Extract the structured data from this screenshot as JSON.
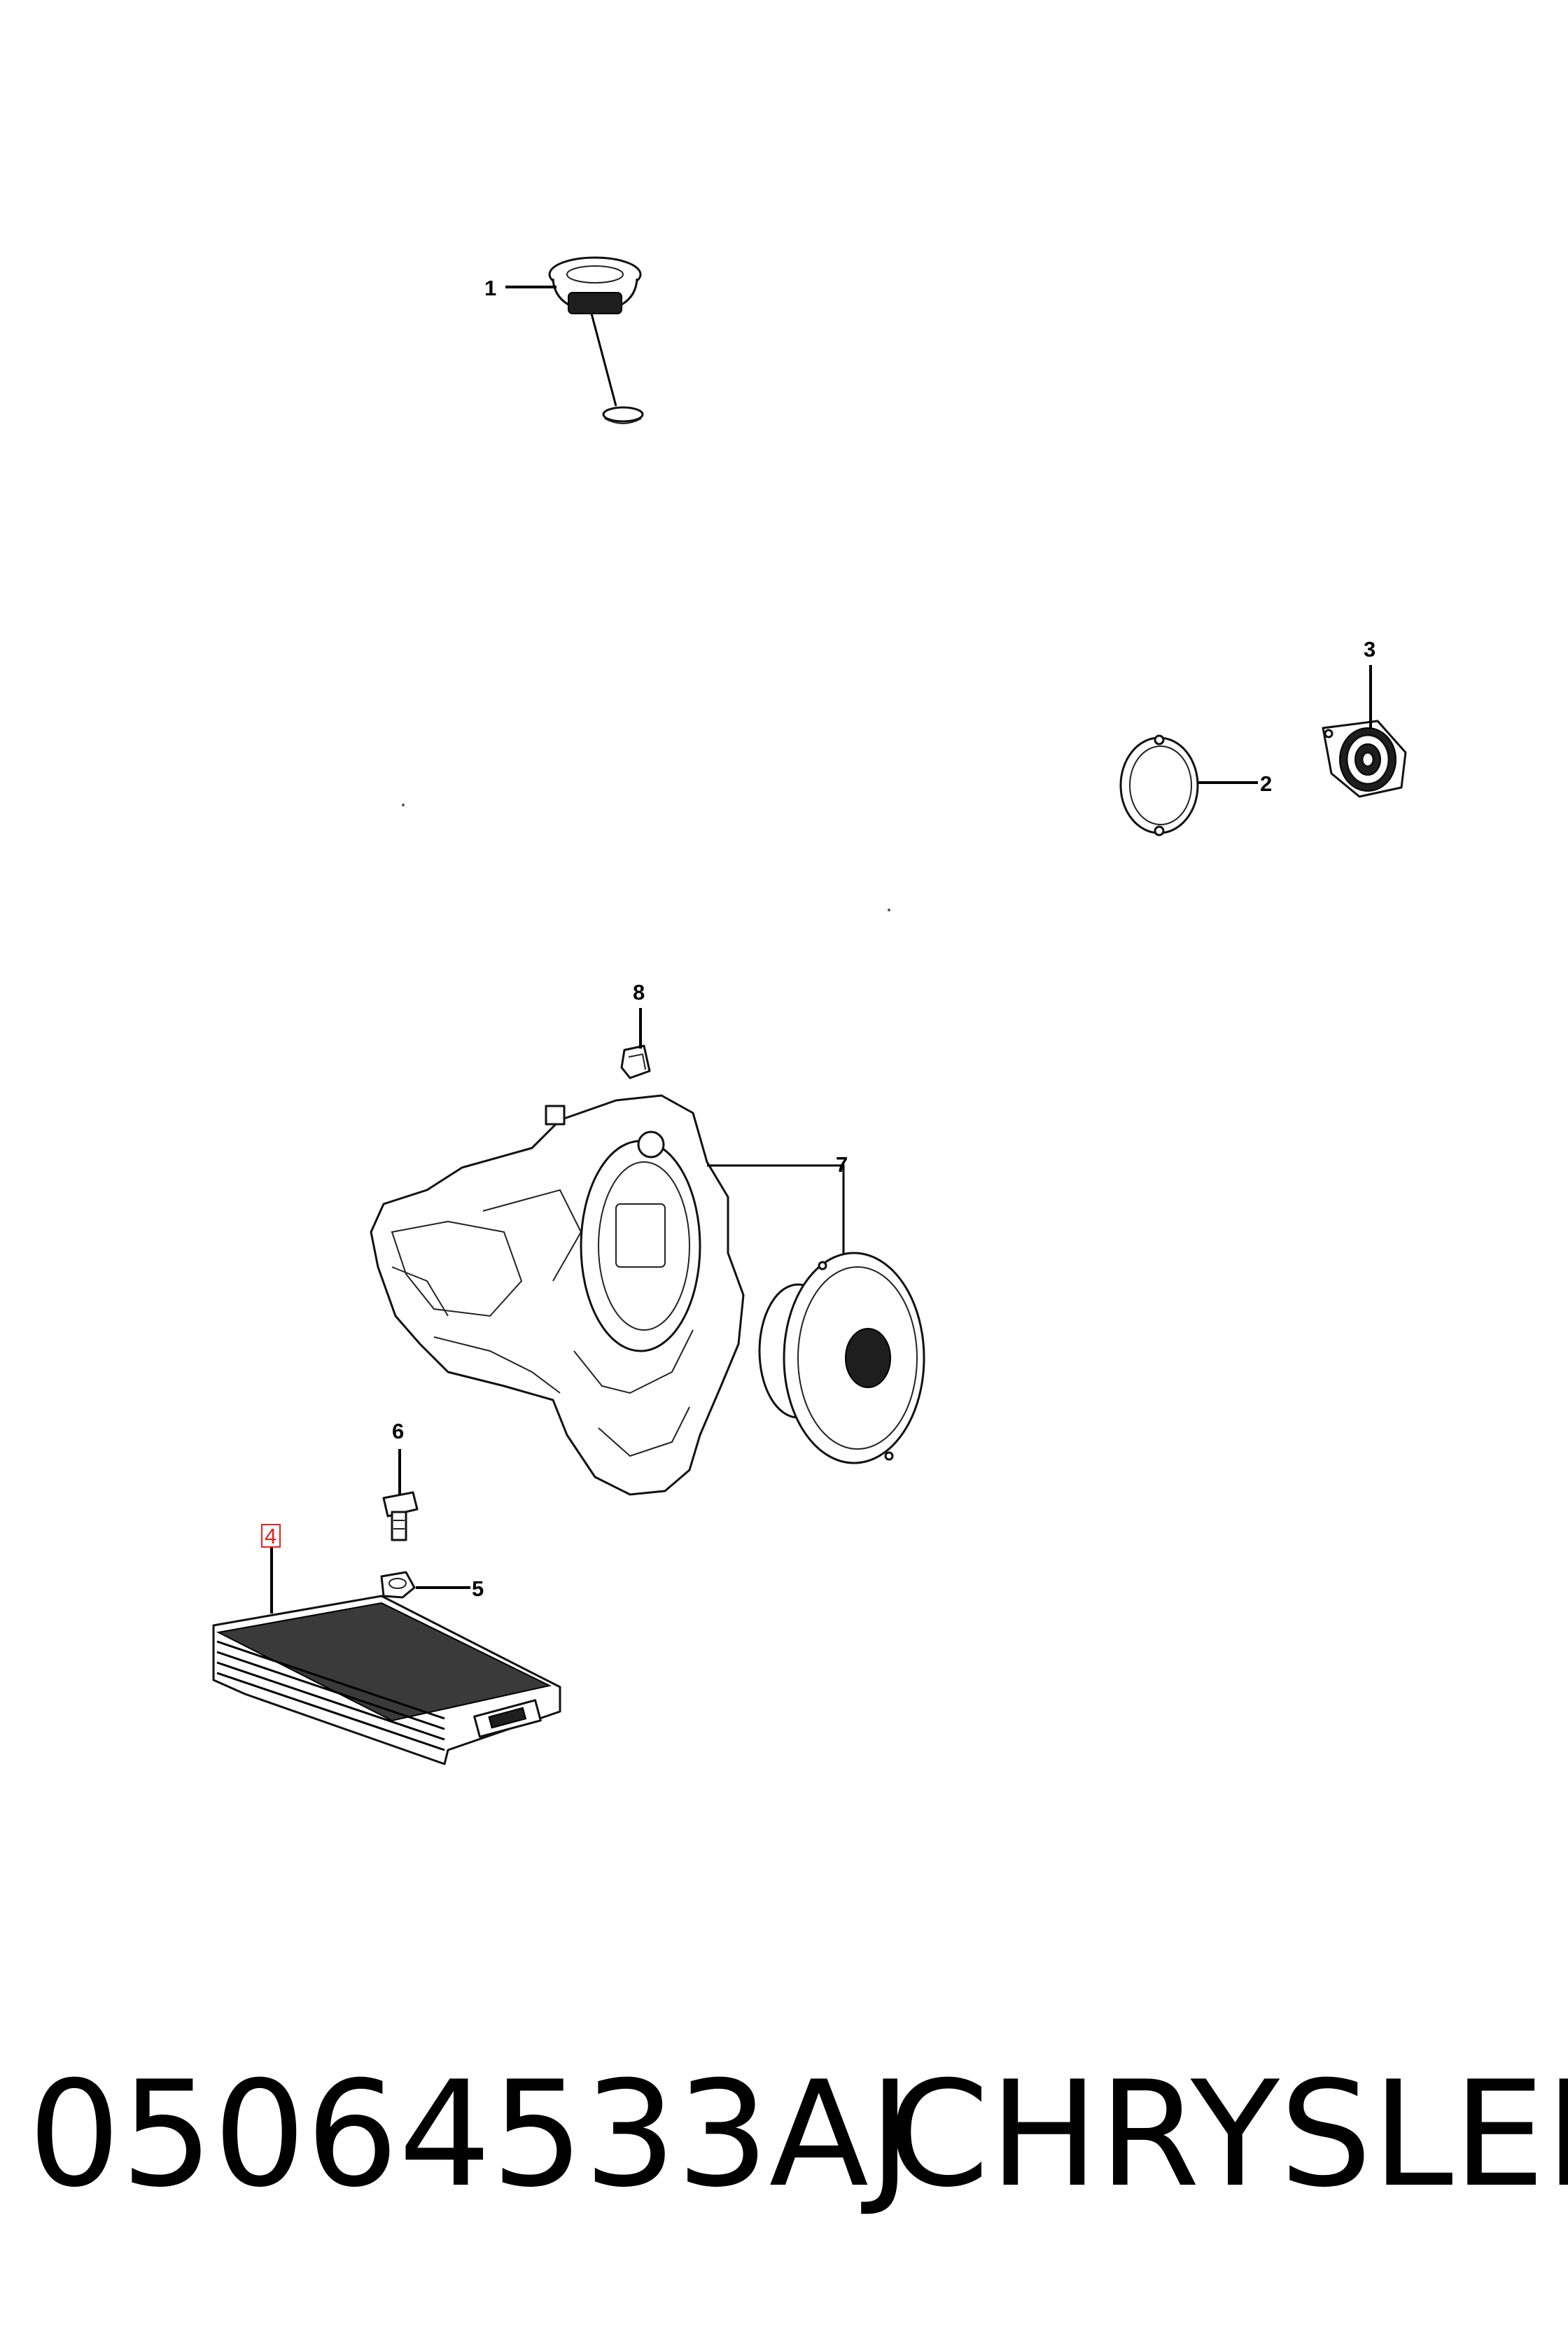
{
  "diagram": {
    "callouts": [
      {
        "id": "1",
        "label": "1"
      },
      {
        "id": "2",
        "label": "2"
      },
      {
        "id": "3",
        "label": "3"
      },
      {
        "id": "4",
        "label": "4",
        "highlighted": true
      },
      {
        "id": "5",
        "label": "5"
      },
      {
        "id": "6",
        "label": "6"
      },
      {
        "id": "7",
        "label": "7"
      },
      {
        "id": "8",
        "label": "8"
      }
    ],
    "highlight_color": "#e5231b"
  },
  "footer": {
    "part_number": "05064533AJ",
    "brand": "CHRYSLER"
  }
}
